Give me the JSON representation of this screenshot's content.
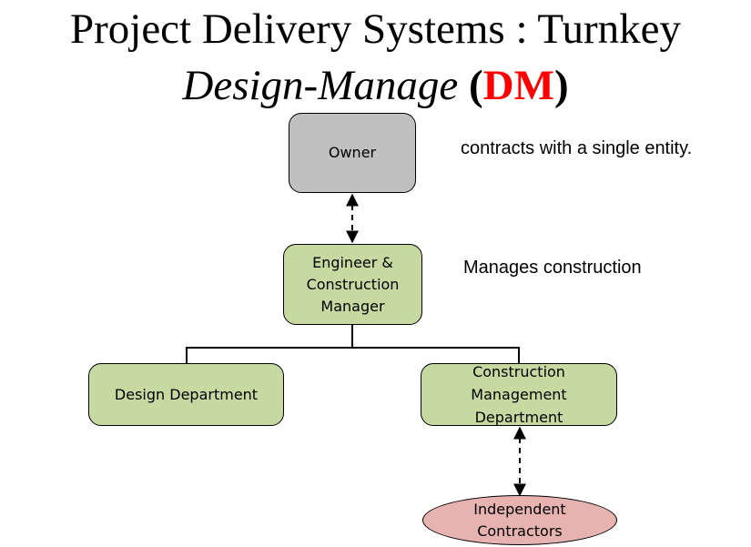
{
  "title": {
    "line1": "Project Delivery Systems : Turnkey",
    "line2_italic": "Design-Manage",
    "line2_open": " (",
    "line2_abbr": "DM",
    "line2_close": ")"
  },
  "nodes": {
    "owner": "Owner",
    "engineer_cm": [
      "Engineer &",
      "Construction",
      "Manager"
    ],
    "design_dept": "Design Department",
    "cm_dept": [
      "Construction",
      "Management",
      "Department"
    ],
    "contractors": [
      "Independent",
      "Contractors"
    ]
  },
  "notes": {
    "owner_note": "contracts with a single entity.",
    "ecm_note": "Manages construction"
  },
  "colors": {
    "owner_fill": "#c0c0c0",
    "green_fill": "#c5d9a0",
    "contractor_fill": "#e7b3b0",
    "abbr_red": "#ff0000"
  }
}
